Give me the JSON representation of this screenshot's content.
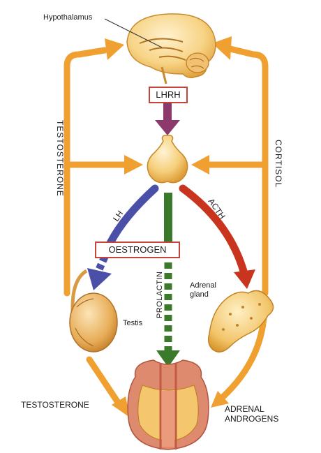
{
  "labels": {
    "hypothalamus": "Hypothalamus",
    "lhrh": "LHRH",
    "testosterone_side": "TESTOSTERONE",
    "cortisol_side": "CORTISOL",
    "lh": "LH",
    "acth": "ACTH",
    "oestrogen": "OESTROGEN",
    "prolactin": "PROLACTIN",
    "adrenal_gland": [
      "Adrenal",
      "gland"
    ],
    "testis": "Testis",
    "testosterone_bottom": "TESTOSTERONE",
    "adrenal_androgens": [
      "ADRENAL",
      "ANDROGENS"
    ]
  },
  "colors": {
    "orange_arrow": "#f0a030",
    "lhrh_arrow": "#8b3a6b",
    "lh_arrow": "#4a4fa8",
    "prolactin_arrow": "#3b7a2a",
    "acth_arrow": "#c8341e",
    "label_border": "#c7443c"
  }
}
